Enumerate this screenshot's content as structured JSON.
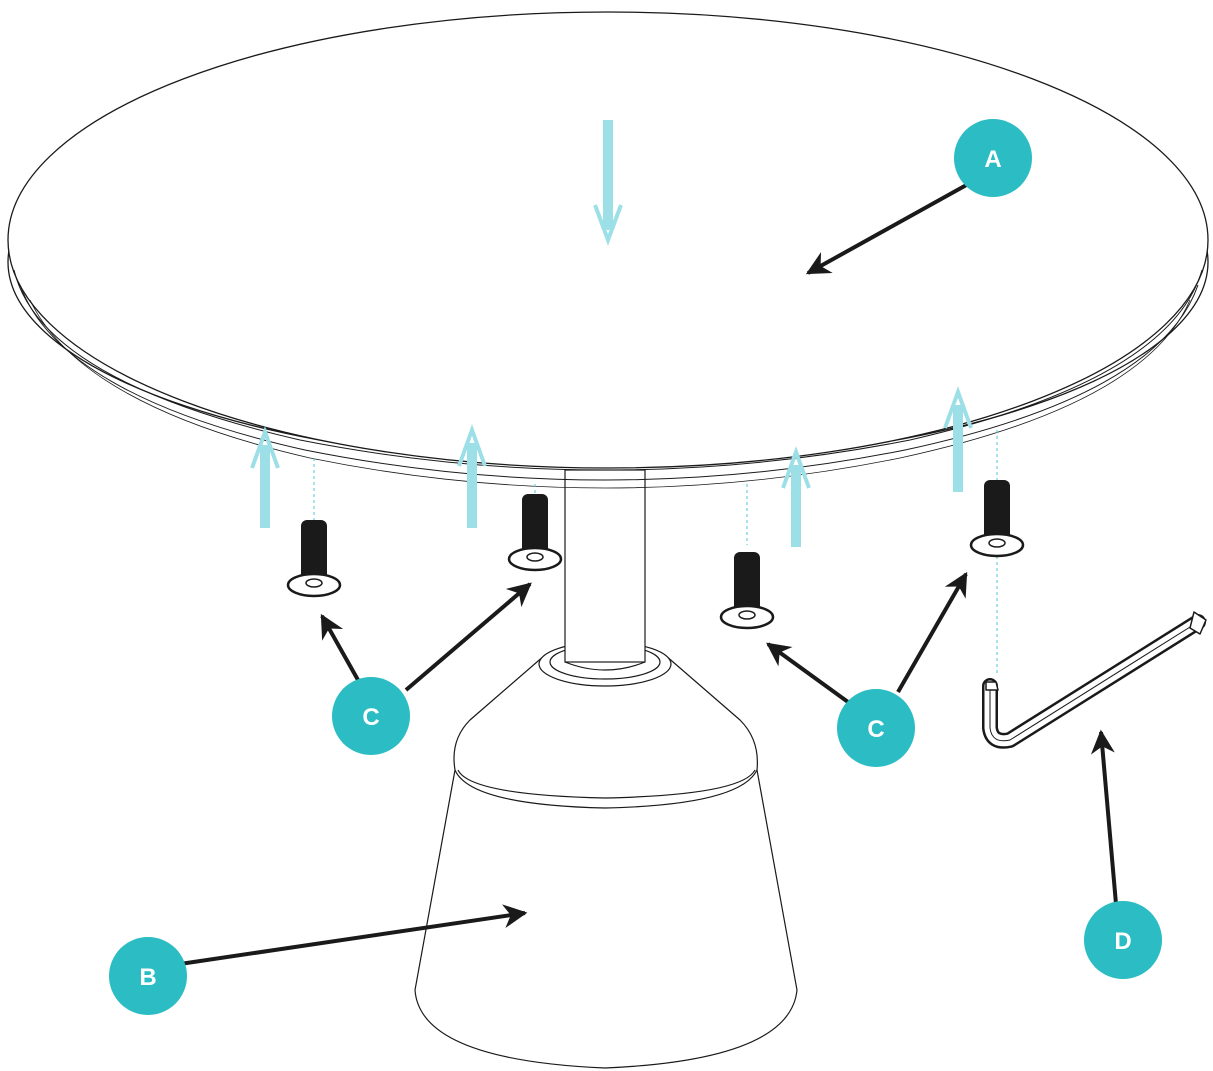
{
  "colors": {
    "callout": "#2bbcc4",
    "callout_text": "#ffffff",
    "motion_arrow": "#9ddfe6",
    "guide_line": "#4cc5cf",
    "line": "#1a1a1a",
    "bolt": "#1a1a1a"
  },
  "parts": [
    {
      "id": "A",
      "label": "A",
      "name": "tabletop"
    },
    {
      "id": "B",
      "label": "B",
      "name": "base"
    },
    {
      "id": "C1",
      "label": "C",
      "name": "bolts-left"
    },
    {
      "id": "C2",
      "label": "C",
      "name": "bolts-right"
    },
    {
      "id": "D",
      "label": "D",
      "name": "allen-key"
    }
  ],
  "icons": {
    "motion_down": "arrow-down-icon",
    "motion_up": "arrow-up-icon",
    "bolt": "hex-bolt-icon",
    "key": "allen-key-icon"
  }
}
